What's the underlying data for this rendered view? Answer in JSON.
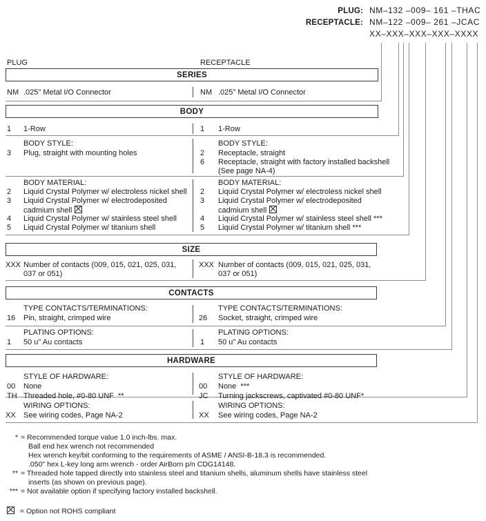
{
  "header": {
    "plug_label": "PLUG:",
    "plug_value": "NM–132 –009– 161 –THAC",
    "receptacle_label": "RECEPTACLE:",
    "receptacle_value": "NM–122 –009– 261 –JCAC",
    "mask_value": "XX–XXX–XXX–XXX–XXXX"
  },
  "columns": {
    "left": "PLUG",
    "right": "RECEPTACLE"
  },
  "sections": [
    {
      "title": "SERIES"
    },
    {
      "title": "BODY"
    },
    {
      "title": "SIZE"
    },
    {
      "title": "CONTACTS"
    },
    {
      "title": "HARDWARE"
    }
  ],
  "groups": {
    "series": {
      "left": [
        {
          "code": "NM",
          "text": ".025\" Metal I/O Connector"
        }
      ],
      "right": [
        {
          "code": "NM",
          "text": ".025\" Metal I/O Connector"
        }
      ]
    },
    "body_row": {
      "left": [
        {
          "code": "1",
          "text": "1-Row"
        }
      ],
      "right": [
        {
          "code": "1",
          "text": "1-Row"
        }
      ]
    },
    "body_style": {
      "heading": "BODY STYLE:",
      "left": [
        {
          "code": "3",
          "text": "Plug, straight with mounting holes"
        }
      ],
      "right": [
        {
          "code": "2",
          "text": "Receptacle, straight"
        },
        {
          "code": "6",
          "text": "Receptacle, straight with factory installed backshell"
        },
        {
          "code": "",
          "text": "(See page NA-4)"
        }
      ]
    },
    "body_material": {
      "heading": "BODY MATERIAL:",
      "left": [
        {
          "code": "2",
          "text": "Liquid Crystal Polymer w/ electroless nickel shell"
        },
        {
          "code": "3",
          "text": "Liquid Crystal Polymer w/ electrodeposited"
        },
        {
          "code": "",
          "text": "cadmium shell",
          "checkbox": true
        },
        {
          "code": "4",
          "text": "Liquid Crystal Polymer w/ stainless steel shell"
        },
        {
          "code": "5",
          "text": "Liquid Crystal Polymer w/ titanium shell"
        }
      ],
      "right": [
        {
          "code": "2",
          "text": "Liquid Crystal Polymer w/ electroless nickel shell"
        },
        {
          "code": "3",
          "text": "Liquid Crystal Polymer w/ electrodeposited"
        },
        {
          "code": "",
          "text": "cadmium shell",
          "checkbox": true
        },
        {
          "code": "4",
          "text": "Liquid Crystal Polymer w/ stainless steel shell ***"
        },
        {
          "code": "5",
          "text": "Liquid Crystal Polymer w/ titanium shell ***"
        }
      ]
    },
    "size": {
      "left": [
        {
          "code": "XXX",
          "text": "Number of contacts (009, 015, 021, 025, 031,"
        },
        {
          "code": "",
          "text": "037 or 051)"
        }
      ],
      "right": [
        {
          "code": "XXX",
          "text": "Number of contacts (009, 015, 021, 025, 031,"
        },
        {
          "code": "",
          "text": "037 or 051)"
        }
      ]
    },
    "contact_type": {
      "heading": "TYPE CONTACTS/TERMINATIONS:",
      "left": [
        {
          "code": "16",
          "text": "Pin, straight, crimped wire"
        }
      ],
      "right": [
        {
          "code": "26",
          "text": "Socket, straight, crimped wire"
        }
      ]
    },
    "plating": {
      "heading": "PLATING OPTIONS:",
      "left": [
        {
          "code": "1",
          "text": "50 u\" Au contacts"
        }
      ],
      "right": [
        {
          "code": "1",
          "text": "50 u\" Au contacts"
        }
      ]
    },
    "hardware_style": {
      "heading": "STYLE OF HARDWARE:",
      "left": [
        {
          "code": "00",
          "text": "None"
        },
        {
          "code": "TH",
          "text": "Threaded hole, #0-80 UNF  **"
        }
      ],
      "right": [
        {
          "code": "00",
          "text": "None  ***"
        },
        {
          "code": "JC",
          "text": "Turning jackscrews, captivated #0-80 UNF*"
        }
      ]
    },
    "wiring": {
      "heading": "WIRING OPTIONS:",
      "left": [
        {
          "code": "XX",
          "text": "See wiring codes, Page NA-2"
        }
      ],
      "right": [
        {
          "code": "XX",
          "text": "See wiring codes, Page NA-2"
        }
      ]
    }
  },
  "footnotes": [
    {
      "mark": "*",
      "lines": [
        "= Recommended torque value 1.0 inch-lbs. max.",
        "Ball end hex wrench not recommended",
        "Hex wrench key/bit conforming to the requirements of ASME / ANSI-B-18.3 is recommended.",
        ".050\" hex L-key long arm wrench - order AirBorn p/n CDG14148."
      ]
    },
    {
      "mark": "**",
      "lines": [
        "= Threaded hole tapped directly into stainless steel and titanium shells, aluminum shells have stainless steel",
        "inserts (as shown on previous page)."
      ]
    },
    {
      "mark": "***",
      "lines": [
        "= Not available option if specifying factory installed backshell."
      ]
    }
  ],
  "rohs_note": "= Option not ROHS compliant"
}
